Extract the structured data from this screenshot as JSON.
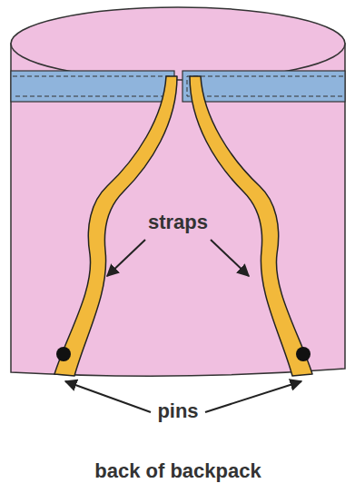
{
  "diagram": {
    "caption": "back of backpack",
    "labels": [
      "straps",
      "pins"
    ]
  }
}
